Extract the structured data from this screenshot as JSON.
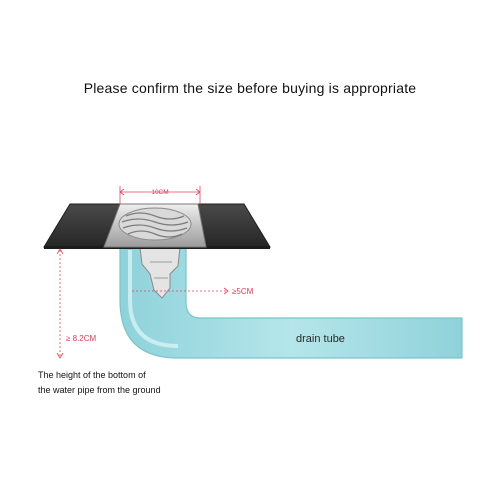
{
  "title": "Please confirm the size before buying is appropriate",
  "labels": {
    "width": "10CM",
    "trap_depth": "≥5CM",
    "pipe_height": "≥ 8.2CM",
    "drain": "drain tube"
  },
  "caption": {
    "line1": "The height of the bottom of",
    "line2": "the water pipe from the ground"
  },
  "colors": {
    "pipe": "#9fdce2",
    "pipe_edge": "#7cc4cc",
    "floor": "#3b3b3b",
    "steel": "#c9c9c9",
    "dimension": "#e0445a"
  }
}
